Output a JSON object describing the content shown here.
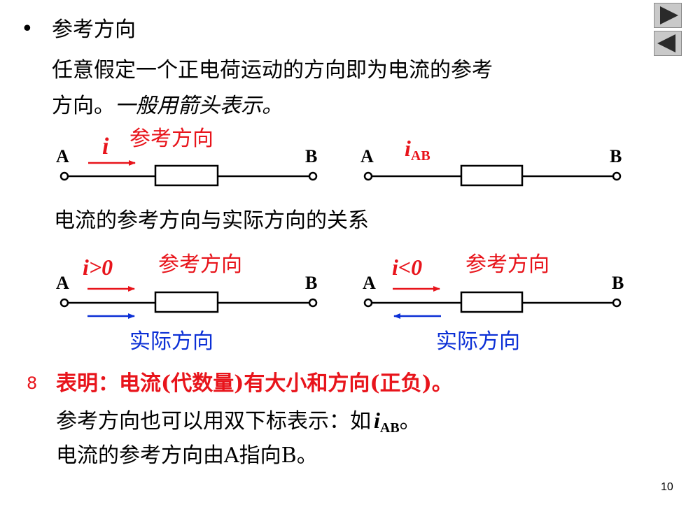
{
  "heading": {
    "bullet": "•",
    "text": "参考方向"
  },
  "definition": {
    "line1": "任意假定一个正电荷运动的方向即为电流的参考",
    "line2_a": "方向。",
    "line2_b": "一般用箭头表示。"
  },
  "circuit1": {
    "a": "A",
    "b": "B",
    "i": "i",
    "label": "参考方向"
  },
  "circuit2": {
    "a": "A",
    "b": "B",
    "i": "i",
    "sub": "AB"
  },
  "relation_title": "电流的参考方向与实际方向的关系",
  "circuit3": {
    "a": "A",
    "b": "B",
    "cond": "i>0",
    "ref_label": "参考方向",
    "act_label": "实际方向"
  },
  "circuit4": {
    "a": "A",
    "b": "B",
    "cond": "i<0",
    "ref_label": "参考方向",
    "act_label": "实际方向"
  },
  "notes": {
    "bullet": "8",
    "line1": "表明：电流(代数量)有大小和方向(正负)。",
    "line2_a": "参考方向也可以用双下标表示：如",
    "line2_i": "i",
    "line2_sub": "AB",
    "line2_end": "。",
    "line3": "电流的参考方向由A指向B。"
  },
  "page_number": "10",
  "nav": {
    "next": "next-slide",
    "prev": "previous-slide"
  },
  "colors": {
    "red": "#e8141b",
    "blue": "#0b2fd6"
  }
}
